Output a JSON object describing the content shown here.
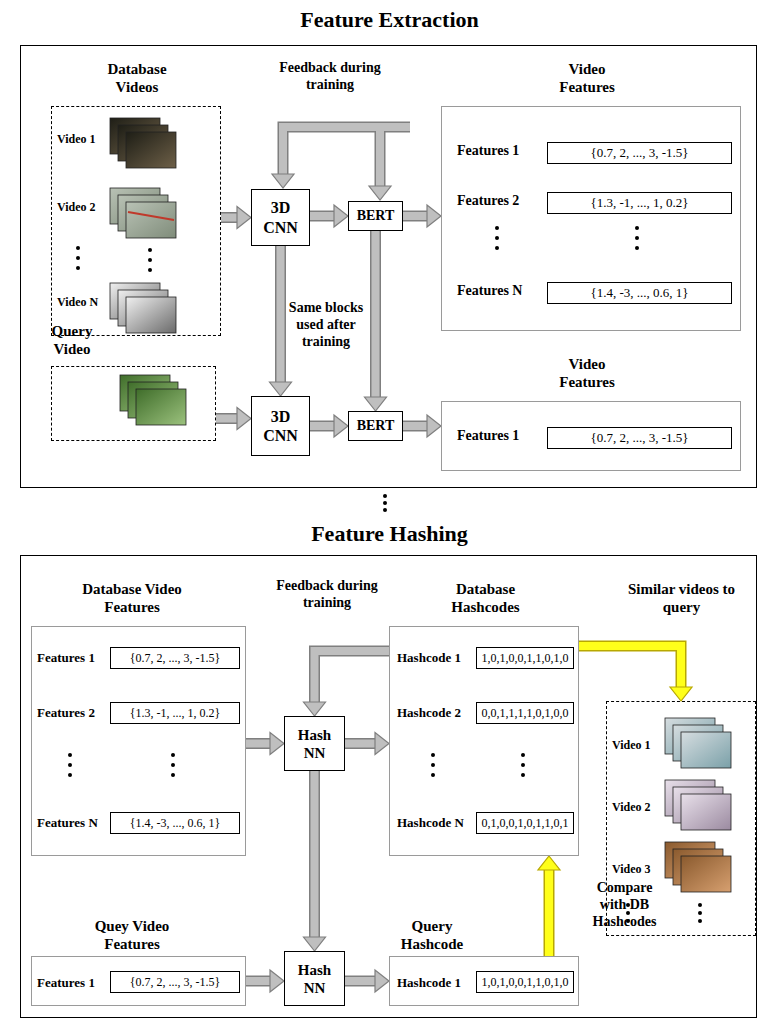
{
  "diagram": {
    "nodes": [
      {
        "text": [
          "Feature Extraction"
        ]
      },
      {
        "text": [
          "Database Videos",
          "Video 1",
          "Video 2",
          "Video N"
        ],
        "in": 0
      },
      {
        "text": [
          "3D CNN"
        ],
        "in": 0
      },
      {
        "text": [
          "BERT"
        ],
        "in": 0
      },
      {
        "text": [
          "Video Features",
          "Features 1",
          "Features 2",
          "Features N"
        ],
        "in": 0
      },
      {
        "text": [
          "{0.7, 2, ..., 3, -1.5}"
        ],
        "in": 4
      },
      {
        "text": [
          "{1.3, -1, ..., 1, 0.2}"
        ],
        "in": 4
      },
      {
        "text": [
          "{1.4, -3, ..., 0.6, 1}"
        ],
        "in": 4
      },
      {
        "text": [
          "Query Video"
        ],
        "in": 0
      },
      {
        "text": [
          "3D CNN"
        ],
        "in": 0
      },
      {
        "text": [
          "BERT"
        ],
        "in": 0
      },
      {
        "text": [
          "Video Features",
          "Features 1"
        ],
        "in": 0
      },
      {
        "text": [
          "{0.7, 2, ..., 3, -1.5}"
        ],
        "in": 11
      },
      {
        "text": [
          "Feature Hashing"
        ]
      },
      {
        "text": [
          "Database Video Features",
          "Features 1",
          "Features 2",
          "Features N"
        ],
        "in": 13
      },
      {
        "text": [
          "{0.7, 2, ..., 3, -1.5}"
        ],
        "in": 14
      },
      {
        "text": [
          "{1.3, -1, ..., 1, 0.2}"
        ],
        "in": 14
      },
      {
        "text": [
          "{1.4, -3, ..., 0.6, 1}"
        ],
        "in": 14
      },
      {
        "text": [
          "Hash NN"
        ],
        "in": 13
      },
      {
        "text": [
          "Database Hashcodes",
          "Hashcode 1",
          "Hashcode 2",
          "Hashcode N"
        ],
        "in": 13
      },
      {
        "text": [
          "1,0,1,0,0,1,1,0,1,0"
        ],
        "in": 19
      },
      {
        "text": [
          "0,0,1,1,1,1,0,1,0,0"
        ],
        "in": 19
      },
      {
        "text": [
          "0,1,0,0,1,0,1,1,0,1"
        ],
        "in": 19
      },
      {
        "text": [
          "Similar videos to query",
          "Video 1",
          "Video 2",
          "Video 3"
        ],
        "in": 13
      },
      {
        "text": [
          "Quey Video Features",
          "Features 1"
        ],
        "in": 13
      },
      {
        "text": [
          "{0.7, 2, ..., 3, -1.5}"
        ],
        "in": 24
      },
      {
        "text": [
          "Hash NN"
        ],
        "in": 13
      },
      {
        "text": [
          "Query Hashcode",
          "Hashcode 1"
        ],
        "in": 13
      },
      {
        "text": [
          "1,0,1,0,0,1,1,0,1,0"
        ],
        "in": 27
      }
    ],
    "edges": [
      {
        "from": 1,
        "to": 2,
        "arrow": "to"
      },
      {
        "from": 2,
        "to": 3,
        "arrow": "to"
      },
      {
        "from": 3,
        "to": 4,
        "arrow": "to"
      },
      {
        "from": 2,
        "to": 9,
        "arrow": "to"
      },
      {
        "from": 3,
        "to": 10,
        "arrow": "to"
      },
      {
        "from": 8,
        "to": 9,
        "arrow": "to"
      },
      {
        "from": 9,
        "to": 10,
        "arrow": "to"
      },
      {
        "from": 10,
        "to": 11,
        "arrow": "to"
      },
      {
        "from": 14,
        "to": 18,
        "arrow": "to"
      },
      {
        "from": 18,
        "to": 19,
        "arrow": "to"
      },
      {
        "from": 19,
        "to": 18,
        "arrow": "to"
      },
      {
        "from": 18,
        "to": 26,
        "arrow": "to"
      },
      {
        "from": 24,
        "to": 26,
        "arrow": "to"
      },
      {
        "from": 26,
        "to": 27,
        "arrow": "to"
      },
      {
        "from": 27,
        "to": 19,
        "arrow": "to"
      },
      {
        "from": 19,
        "to": 23,
        "arrow": "to"
      }
    ],
    "labels": [
      "Feedback during training",
      "Same blocks used after training",
      "Feedback during training",
      "Compare with DB Hashcodes"
    ]
  }
}
